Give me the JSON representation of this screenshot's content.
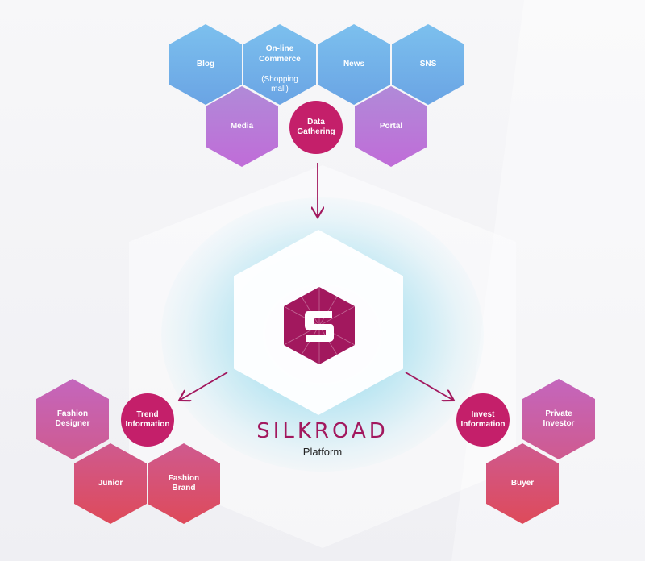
{
  "sources": [
    {
      "label": "Blog"
    },
    {
      "label": "On-line\nCommerce",
      "sub": "(Shopping\nmall)"
    },
    {
      "label": "News"
    },
    {
      "label": "SNS"
    },
    {
      "label": "Media"
    },
    {
      "label": "Portal"
    }
  ],
  "gathering": {
    "label": "Data\nGathering"
  },
  "center": {
    "brand": "SILKROAD",
    "subtitle": "Platform"
  },
  "trend": {
    "label": "Trend\nInformation"
  },
  "trend_targets": [
    {
      "label": "Fashion\nDesigner"
    },
    {
      "label": "Junior"
    },
    {
      "label": "Fashion\nBrand"
    }
  ],
  "invest": {
    "label": "Invest\nInformation"
  },
  "invest_targets": [
    {
      "label": "Private\nInvestor"
    },
    {
      "label": "Buyer"
    }
  ],
  "colors": {
    "accent": "#c41f6a",
    "brand": "#a2185e",
    "blue": "#6aa4e4",
    "purple": "#c06cd8",
    "red": "#de4a5a"
  }
}
